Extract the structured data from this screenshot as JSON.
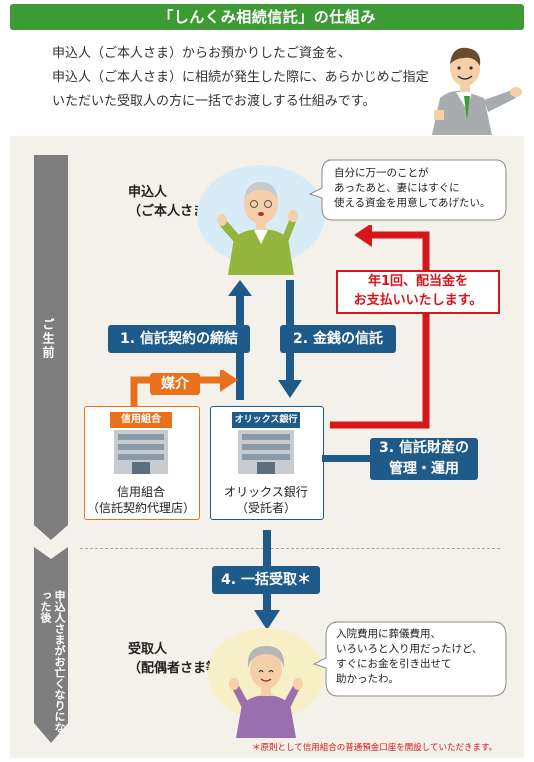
{
  "header": {
    "title": "「しんくみ相続信託」の仕組み"
  },
  "intro": {
    "lines": [
      "申込人（ご本人さま）からお預かりしたご資金を、",
      "申込人（ご本人さま）に相続が発生した際に、あらかじめご指定",
      "いただいた受取人の方に一括でお渡しする仕組みです。"
    ]
  },
  "timeline": {
    "before": "ご生前",
    "after": "申込人さまがお亡くなりになった後"
  },
  "applicant": {
    "line1": "申込人",
    "line2": "（ご本人さま）"
  },
  "applicant_bubble": {
    "lines": [
      "自分に万一のことが",
      "あったあと、妻にはすぐに",
      "使える資金を用意してあげたい。"
    ]
  },
  "red_note": {
    "line1": "年1回、配当金を",
    "line2": "お支払いいたします。"
  },
  "steps": {
    "s1": "1. 信託契約の締結",
    "s2": "2. 金銭の信託",
    "s3_line1": "3. 信託財産の",
    "s3_line2": "管理・運用",
    "s4": "4. 一括受取＊",
    "mediation": "媒介"
  },
  "credit_union": {
    "sign": "信用組合",
    "line1": "信用組合",
    "line2": "（信託契約代理店）"
  },
  "orix": {
    "sign": "オリックス銀行",
    "line1": "オリックス銀行",
    "line2": "（受託者）"
  },
  "recipient": {
    "line1": "受取人",
    "line2": "（配偶者さま等）"
  },
  "recipient_bubble": {
    "lines": [
      "入院費用に葬儀費用、",
      "いろいろと入り用だったけど、",
      "すぐにお金を引き出せて",
      "助かったわ。"
    ]
  },
  "footnote": "＊原則として信用組合の普通預金口座を開設していただきます。",
  "colors": {
    "green": "#3d9b35",
    "blue": "#1e5a8a",
    "orange": "#e9711c",
    "red": "#d7161b"
  }
}
